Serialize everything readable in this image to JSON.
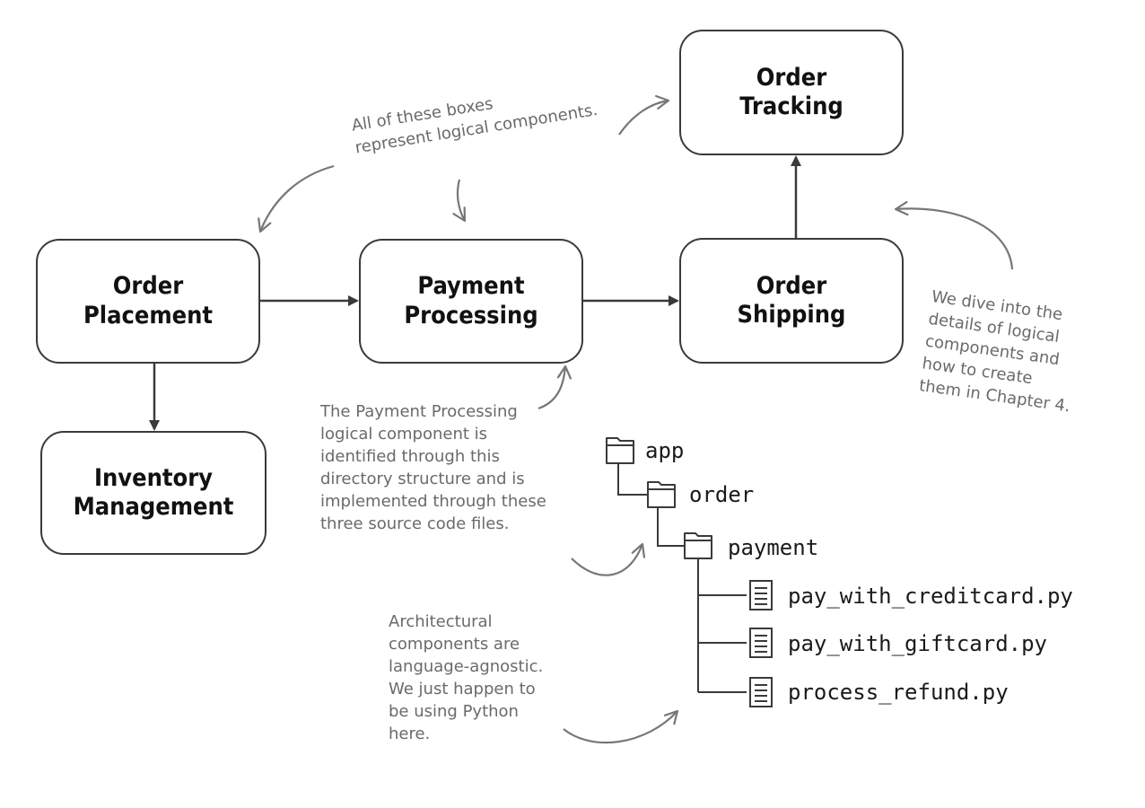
{
  "components": {
    "order_tracking": [
      "Order",
      "Tracking"
    ],
    "order_placement": [
      "Order",
      "Placement"
    ],
    "payment_processing": [
      "Payment",
      "Processing"
    ],
    "order_shipping": [
      "Order",
      "Shipping"
    ],
    "inventory_management": [
      "Inventory",
      "Management"
    ]
  },
  "notes": {
    "boxes_note": [
      "All of these boxes",
      "represent logical components."
    ],
    "chapter_note": [
      "We dive into the",
      "details of logical",
      "components and",
      "how to create",
      "them in Chapter 4."
    ],
    "payment_note": [
      "The Payment Processing",
      "logical component is",
      "identified through this",
      "directory structure and is",
      "implemented through these",
      "three source code files."
    ],
    "language_note": [
      "Architectural",
      "components are",
      "language-agnostic.",
      "We just happen to",
      "be using Python",
      "here."
    ]
  },
  "tree": {
    "folders": [
      "app",
      "order",
      "payment"
    ],
    "files": [
      "pay_with_creditcard.py",
      "pay_with_giftcard.py",
      "process_refund.py"
    ]
  },
  "icons": {
    "folder": "folder-icon",
    "file": "file-icon"
  },
  "colors": {
    "box_border": "#3a3a3a",
    "annotation": "#6a6a6a"
  }
}
